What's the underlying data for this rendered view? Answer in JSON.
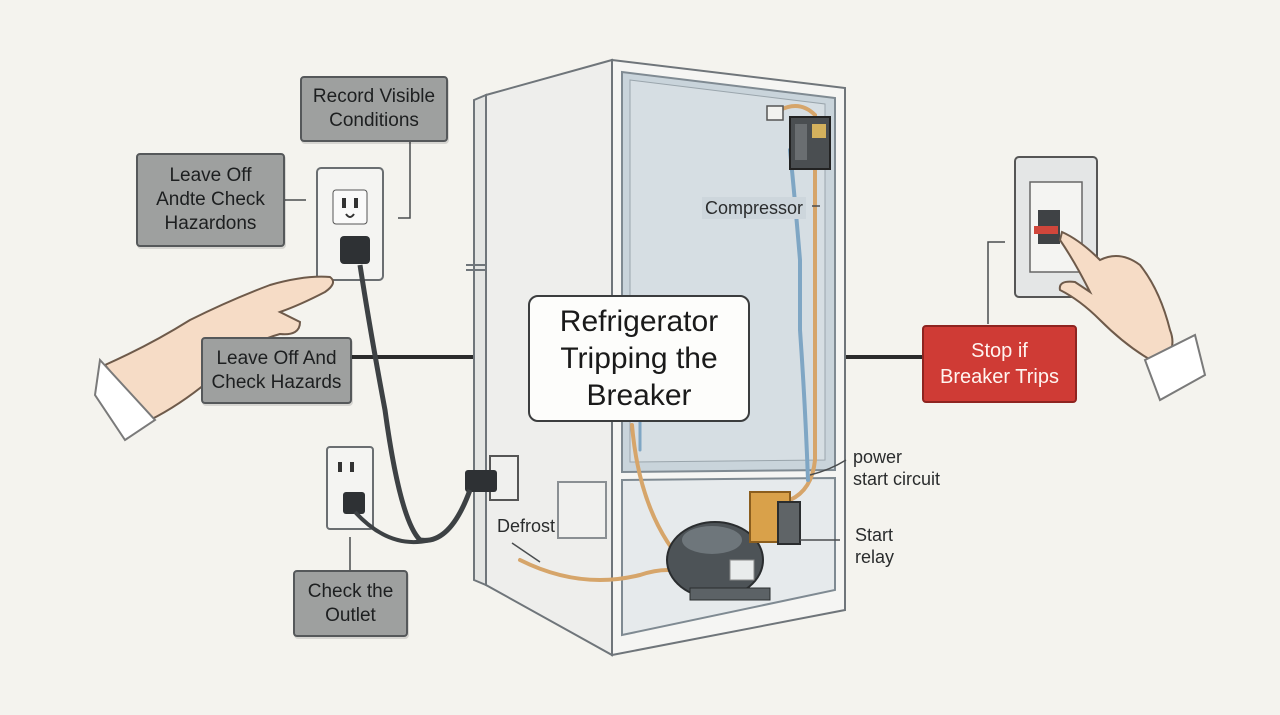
{
  "title": [
    "Refrigerator",
    "Tripping the",
    "Breaker"
  ],
  "boxes": {
    "record_visible": [
      "Record Visible",
      "Conditions"
    ],
    "leave_off_top": [
      "Leave Off",
      "Andte Check",
      "Hazardons"
    ],
    "leave_off_left": [
      "Leave Off And",
      "Check Hazards"
    ],
    "check_outlet": [
      "Check the",
      "Outlet"
    ],
    "stop_breaker": [
      "Stop if",
      "Breaker Trips"
    ]
  },
  "labels": {
    "compressor": "Compressor",
    "defrost": "Defrost",
    "power_start": [
      "power",
      "start circuit"
    ],
    "start_relay": [
      "Start",
      "relay"
    ]
  },
  "colors": {
    "background": "#f4f3ee",
    "box_gray": "#9ea09f",
    "stop_red": "#cf3b35",
    "wire_orange": "#d6a56a",
    "wire_blue": "#7fa6c4",
    "interior_blue": "#c8d3da"
  }
}
